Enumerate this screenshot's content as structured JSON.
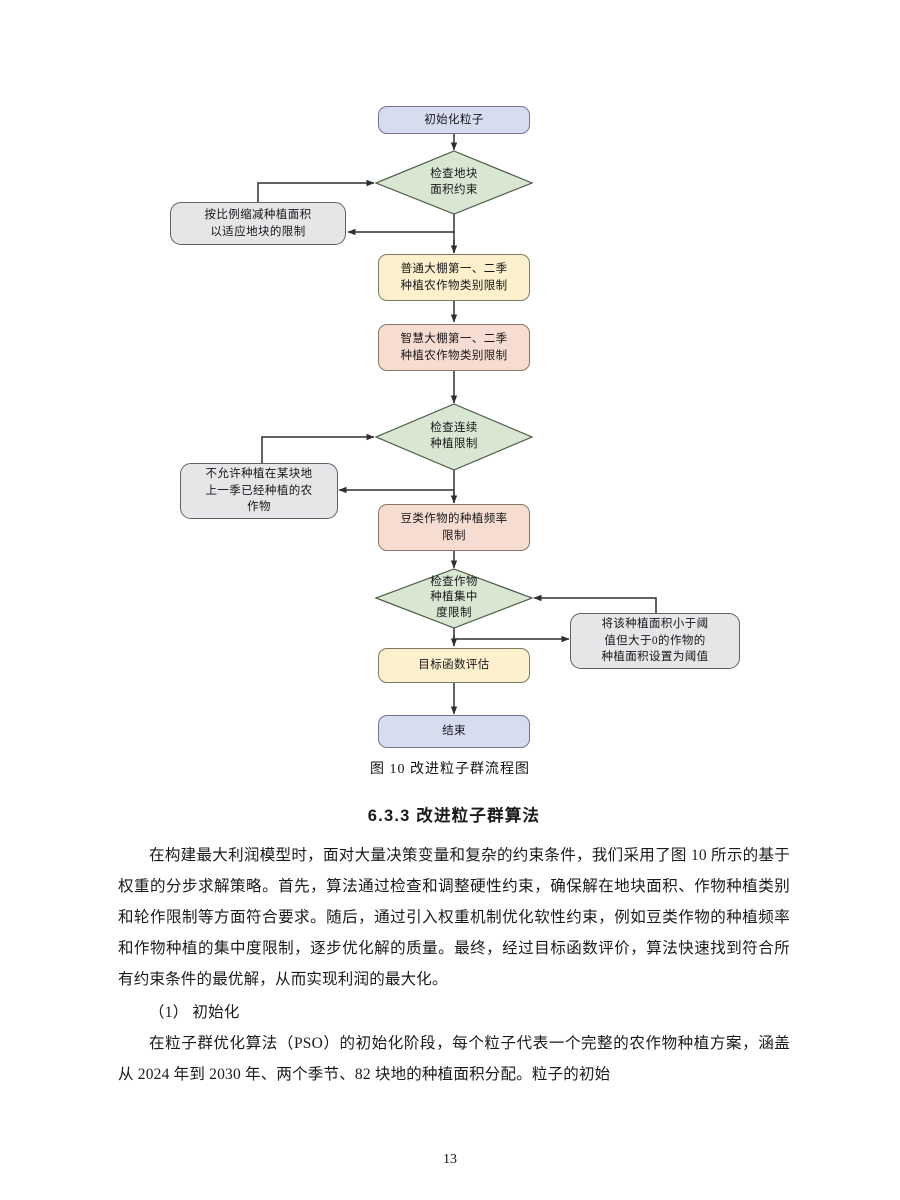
{
  "figure": {
    "caption": "图 10  改进粒子群流程图",
    "nodes": {
      "start": "初始化粒子",
      "check_land_area": "检查地块\n面积约束",
      "scale_down": "按比例缩减种植面积\n以适应地块的限制",
      "normal_greenhouse": "普通大棚第一、二季\n种植农作物类别限制",
      "smart_greenhouse": "智慧大棚第一、二季\n种植农作物类别限制",
      "check_continuous": "检查连续\n种植限制",
      "no_repeat": "不允许种植在某块地\n上一季已经种植的农\n作物",
      "bean_frequency": "豆类作物的种植频率\n限制",
      "check_concentration": "检查作物\n种植集中\n度限制",
      "threshold_fix": "将该种植面积小于阈\n值但大于0的作物的\n种植面积设置为阈值",
      "objective": "目标函数评估",
      "end": "结束"
    },
    "colors": {
      "terminal_fill": "#d7dcef",
      "decision_fill": "#d9e6d2",
      "process_yellow_fill": "#fcf0cd",
      "process_pink_fill": "#f7ddd1",
      "aux_gray_fill": "#e6e6e8",
      "stroke": "#3a3a3a"
    }
  },
  "content": {
    "section_heading": "6.3.3   改进粒子群算法",
    "paragraph_1": "在构建最大利润模型时，面对大量决策变量和复杂的约束条件，我们采用了图 10 所示的基于权重的分步求解策略。首先，算法通过检查和调整硬性约束，确保解在地块面积、作物种植类别和轮作限制等方面符合要求。随后，通过引入权重机制优化软性约束，例如豆类作物的种植频率和作物种植的集中度限制，逐步优化解的质量。最终，经过目标函数评价，算法快速找到符合所有约束条件的最优解，从而实现利润的最大化。",
    "subheading_1": "（1） 初始化",
    "paragraph_2": "在粒子群优化算法（PSO）的初始化阶段，每个粒子代表一个完整的农作物种植方案，涵盖从 2024 年到 2030 年、两个季节、82 块地的种植面积分配。粒子的初始"
  },
  "footer": {
    "page_number": "13"
  }
}
